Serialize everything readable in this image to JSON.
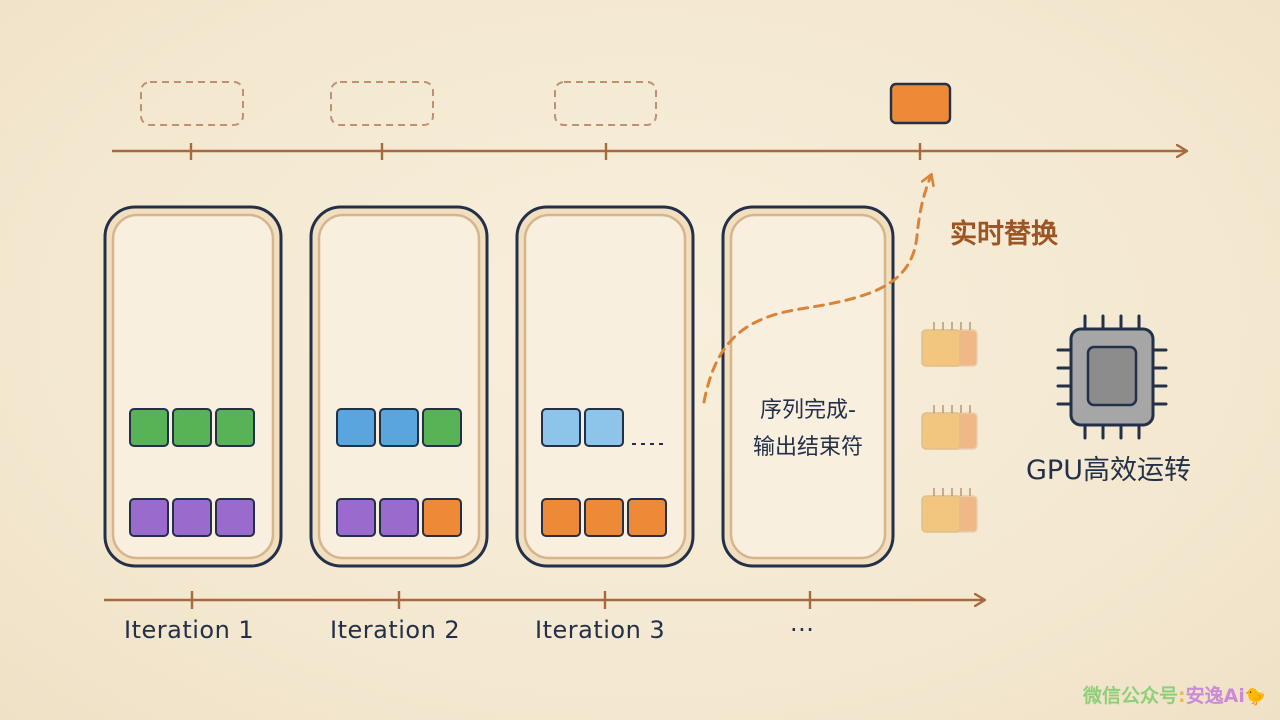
{
  "colors": {
    "background": "#f5ebd6",
    "outline": "#233049",
    "axis": "#a66a3f",
    "green": "#57b356",
    "purple": "#9a6bcc",
    "blue": "#5aa5de",
    "light_blue": "#8cc4ea",
    "orange": "#ee8a36",
    "pale_orange": "#f2c67e",
    "gpu_gray": "#9a9a9a",
    "accent_text": "#9c5523"
  },
  "iterations": [
    {
      "label": "Iteration 1",
      "top_row": [
        "green",
        "green",
        "green"
      ],
      "bottom_row": [
        "purple",
        "purple",
        "purple"
      ],
      "slot": "empty"
    },
    {
      "label": "Iteration 2",
      "top_row": [
        "blue",
        "blue",
        "green"
      ],
      "bottom_row": [
        "purple",
        "purple",
        "orange"
      ],
      "slot": "empty"
    },
    {
      "label": "Iteration 3",
      "top_row": [
        "light_blue",
        "light_blue"
      ],
      "top_row_suffix": "...",
      "bottom_row": [
        "orange",
        "orange",
        "orange"
      ],
      "slot": "empty"
    },
    {
      "label": "···",
      "sequence_done_line1": "序列完成-",
      "sequence_done_line2": "输出结束符",
      "slot": "filled"
    }
  ],
  "replace_label": "实时替换",
  "gpu_label": "GPU高效运转",
  "icons": [
    "gpu-chip-icon",
    "dashed-arrow-icon",
    "timeline-arrow-icon"
  ],
  "watermark": {
    "name": "微信公众号",
    "colon": ":",
    "brand": "安逸Ai",
    "emoji": "🐤"
  }
}
